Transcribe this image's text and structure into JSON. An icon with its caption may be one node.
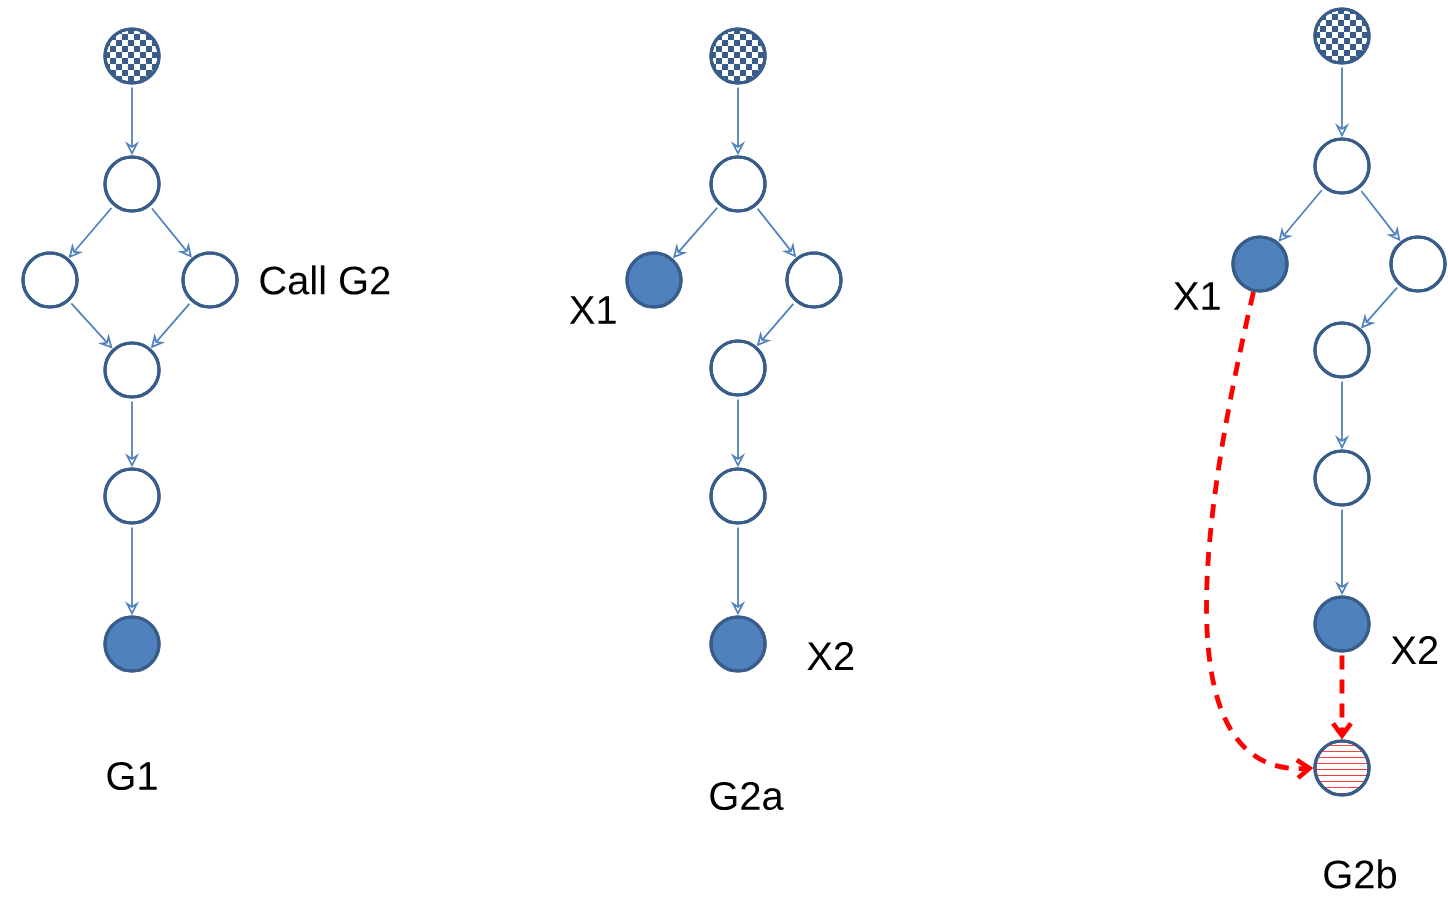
{
  "diagram": {
    "nodes": [
      {
        "text": [],
        "shape": "circle"
      },
      {
        "text": [],
        "shape": "circle"
      },
      {
        "text": [],
        "shape": "circle"
      },
      {
        "text": [],
        "shape": "circle",
        "beside": [
          "Call G2"
        ]
      },
      {
        "text": [],
        "shape": "circle"
      },
      {
        "text": [],
        "shape": "circle"
      },
      {
        "text": [],
        "shape": "circle"
      },
      {
        "text": [],
        "shape": "circle"
      },
      {
        "text": [],
        "shape": "circle"
      },
      {
        "text": [],
        "shape": "circle",
        "beside": [
          "X1"
        ]
      },
      {
        "text": [],
        "shape": "circle"
      },
      {
        "text": [],
        "shape": "circle"
      },
      {
        "text": [],
        "shape": "circle"
      },
      {
        "text": [],
        "shape": "circle",
        "beside": [
          "X2"
        ]
      },
      {
        "text": [],
        "shape": "circle"
      },
      {
        "text": [],
        "shape": "circle"
      },
      {
        "text": [],
        "shape": "circle",
        "beside": [
          "X1"
        ]
      },
      {
        "text": [],
        "shape": "circle"
      },
      {
        "text": [],
        "shape": "circle"
      },
      {
        "text": [],
        "shape": "circle"
      },
      {
        "text": [],
        "shape": "circle",
        "beside": [
          "X2"
        ]
      },
      {
        "text": [],
        "shape": "circle"
      }
    ],
    "edges": [
      {
        "from": 0,
        "to": 1,
        "arrow": "to"
      },
      {
        "from": 1,
        "to": 2,
        "arrow": "to"
      },
      {
        "from": 1,
        "to": 3,
        "arrow": "to"
      },
      {
        "from": 2,
        "to": 4,
        "arrow": "to"
      },
      {
        "from": 3,
        "to": 4,
        "arrow": "to"
      },
      {
        "from": 4,
        "to": 5,
        "arrow": "to"
      },
      {
        "from": 5,
        "to": 6,
        "arrow": "to"
      },
      {
        "from": 7,
        "to": 8,
        "arrow": "to"
      },
      {
        "from": 8,
        "to": 9,
        "arrow": "to"
      },
      {
        "from": 8,
        "to": 10,
        "arrow": "to"
      },
      {
        "from": 10,
        "to": 11,
        "arrow": "to"
      },
      {
        "from": 11,
        "to": 12,
        "arrow": "to"
      },
      {
        "from": 12,
        "to": 13,
        "arrow": "to"
      },
      {
        "from": 14,
        "to": 15,
        "arrow": "to"
      },
      {
        "from": 15,
        "to": 16,
        "arrow": "to"
      },
      {
        "from": 15,
        "to": 17,
        "arrow": "to"
      },
      {
        "from": 17,
        "to": 18,
        "arrow": "to"
      },
      {
        "from": 18,
        "to": 19,
        "arrow": "to"
      },
      {
        "from": 19,
        "to": 20,
        "arrow": "to"
      },
      {
        "from": 16,
        "to": 21,
        "arrow": "to",
        "style": "dashed",
        "color": "#ff0000"
      },
      {
        "from": 20,
        "to": 21,
        "arrow": "to",
        "style": "dashed",
        "color": "#ff0000"
      }
    ],
    "labels": [
      "G1",
      "G2a",
      "G2b"
    ]
  }
}
